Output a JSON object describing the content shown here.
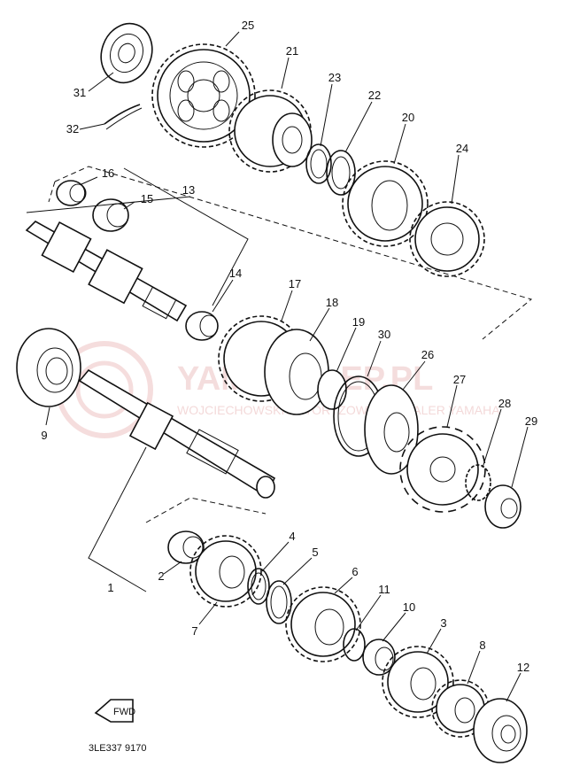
{
  "watermark": {
    "brand": "YAMASKLEP.PL",
    "subtitle": "WOJCIECHOWSKI AUTORYZOWANY DEALER YAMAHA"
  },
  "diagram_code": "3LE337 9170",
  "fwd_label": "FWD",
  "callouts": [
    {
      "id": "c1",
      "text": "1"
    },
    {
      "id": "c2",
      "text": "2"
    },
    {
      "id": "c3",
      "text": "3"
    },
    {
      "id": "c4",
      "text": "4"
    },
    {
      "id": "c5",
      "text": "5"
    },
    {
      "id": "c6",
      "text": "6"
    },
    {
      "id": "c7",
      "text": "7"
    },
    {
      "id": "c8",
      "text": "8"
    },
    {
      "id": "c9",
      "text": "9"
    },
    {
      "id": "c10",
      "text": "10"
    },
    {
      "id": "c11",
      "text": "11"
    },
    {
      "id": "c12",
      "text": "12"
    },
    {
      "id": "c13",
      "text": "13"
    },
    {
      "id": "c14",
      "text": "14"
    },
    {
      "id": "c15",
      "text": "15"
    },
    {
      "id": "c16",
      "text": "16"
    },
    {
      "id": "c17",
      "text": "17"
    },
    {
      "id": "c18",
      "text": "18"
    },
    {
      "id": "c19",
      "text": "19"
    },
    {
      "id": "c20",
      "text": "20"
    },
    {
      "id": "c21",
      "text": "21"
    },
    {
      "id": "c22",
      "text": "22"
    },
    {
      "id": "c23",
      "text": "23"
    },
    {
      "id": "c24",
      "text": "24"
    },
    {
      "id": "c25",
      "text": "25"
    },
    {
      "id": "c26",
      "text": "26"
    },
    {
      "id": "c27",
      "text": "27"
    },
    {
      "id": "c28",
      "text": "28"
    },
    {
      "id": "c29",
      "text": "29"
    },
    {
      "id": "c30",
      "text": "30"
    },
    {
      "id": "c31",
      "text": "31"
    },
    {
      "id": "c32",
      "text": "32"
    }
  ]
}
